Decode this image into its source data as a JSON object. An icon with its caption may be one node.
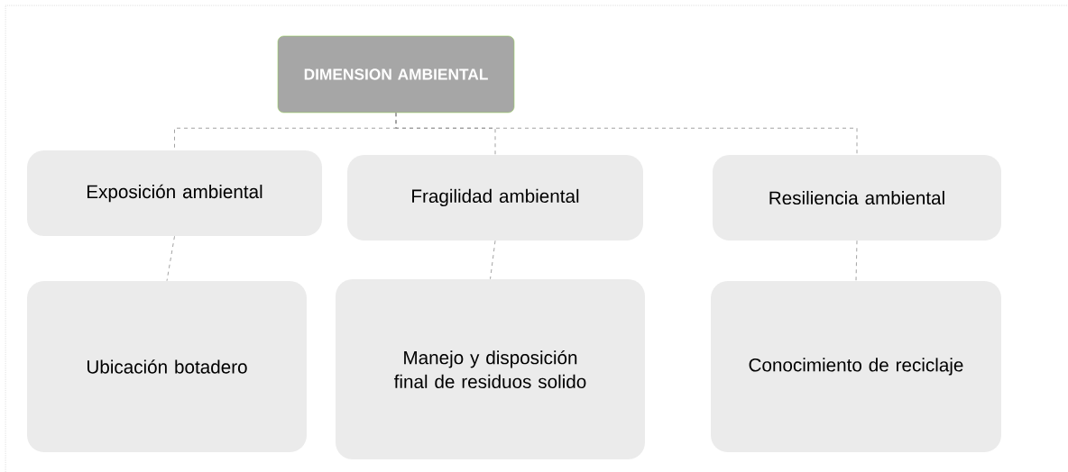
{
  "diagram": {
    "nodes": [
      {
        "text": [
          "DIMENSION AMBIENTAL"
        ]
      },
      {
        "text": [
          "Exposición ambiental"
        ]
      },
      {
        "text": [
          "Fragilidad ambiental"
        ]
      },
      {
        "text": [
          "Resiliencia ambiental"
        ]
      },
      {
        "text": [
          "Ubicación botadero"
        ]
      },
      {
        "text": [
          "Manejo y disposición final de residuos solido"
        ]
      },
      {
        "text": [
          "Conocimiento de reciclaje"
        ]
      }
    ],
    "edges": [
      {
        "from": 0,
        "to": 1,
        "arrow": "none"
      },
      {
        "from": 0,
        "to": 2,
        "arrow": "none"
      },
      {
        "from": 0,
        "to": 3,
        "arrow": "none"
      },
      {
        "from": 1,
        "to": 4,
        "arrow": "none"
      },
      {
        "from": 2,
        "to": 5,
        "arrow": "none"
      },
      {
        "from": 3,
        "to": 6,
        "arrow": "none"
      }
    ]
  }
}
